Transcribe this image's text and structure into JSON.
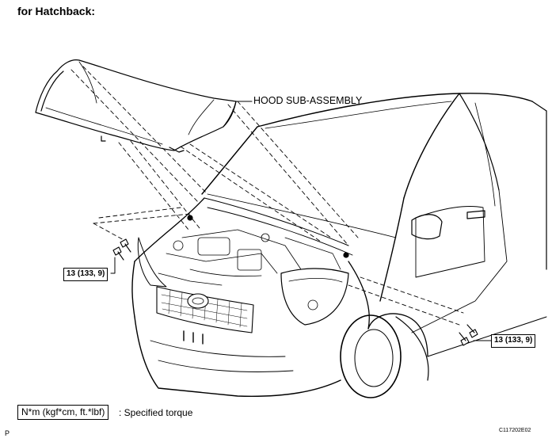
{
  "heading": "for Hatchback:",
  "labels": {
    "hood": "HOOD SUB-ASSEMBLY"
  },
  "torque": {
    "left": "13 (133, 9)",
    "right": "13 (133, 9)"
  },
  "legend": {
    "unit": "N*m (kgf*cm, ft.*lbf)",
    "meaning": ": Specified torque"
  },
  "figure_code": "C117202E02",
  "corner_mark": "P"
}
